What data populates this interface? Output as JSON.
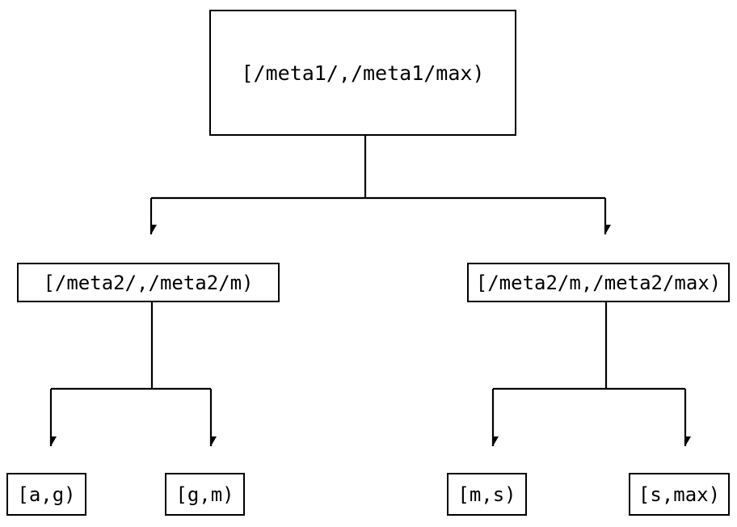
{
  "diagram": {
    "type": "tree",
    "orientation": "top-down",
    "background_color": "#ffffff",
    "stroke_color": "#000000",
    "nodes": {
      "root": {
        "label": "[/meta1/,/meta1/max)",
        "level": 0
      },
      "mid_left": {
        "label": "[/meta2/,/meta2/m)",
        "level": 1
      },
      "mid_right": {
        "label": "[/meta2/m,/meta2/max)",
        "level": 1
      },
      "leaf_ag": {
        "label": "[a,g)",
        "level": 2
      },
      "leaf_gm": {
        "label": "[g,m)",
        "level": 2
      },
      "leaf_ms": {
        "label": "[m,s)",
        "level": 2
      },
      "leaf_smax": {
        "label": "[s,max)",
        "level": 2
      }
    },
    "edges": [
      {
        "from": "root",
        "to": "mid_left",
        "arrow": "triangle-down"
      },
      {
        "from": "root",
        "to": "mid_right",
        "arrow": "triangle-down"
      },
      {
        "from": "mid_left",
        "to": "leaf_ag",
        "arrow": "triangle-down"
      },
      {
        "from": "mid_left",
        "to": "leaf_gm",
        "arrow": "triangle-down"
      },
      {
        "from": "mid_right",
        "to": "leaf_ms",
        "arrow": "triangle-down"
      },
      {
        "from": "mid_right",
        "to": "leaf_smax",
        "arrow": "triangle-down"
      }
    ]
  }
}
